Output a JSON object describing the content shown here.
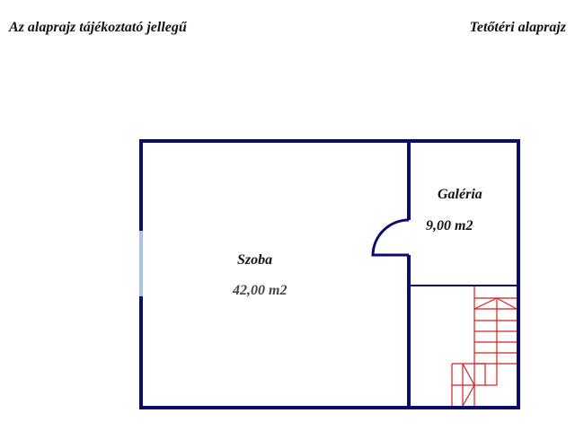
{
  "header": {
    "left_note": "Az alaprajz tájékoztató jellegű",
    "right_title": "Tetőtéri alaprajz"
  },
  "rooms": [
    {
      "name": "Szoba",
      "area": "42,00 m2"
    },
    {
      "name": "Galéria",
      "area": "9,00 m2"
    }
  ],
  "colors": {
    "wall": "#0b0b6b",
    "window": "#a9c4e6",
    "stairs": "#d81e1e",
    "text": "#111111",
    "area_text_main": "#444444"
  }
}
